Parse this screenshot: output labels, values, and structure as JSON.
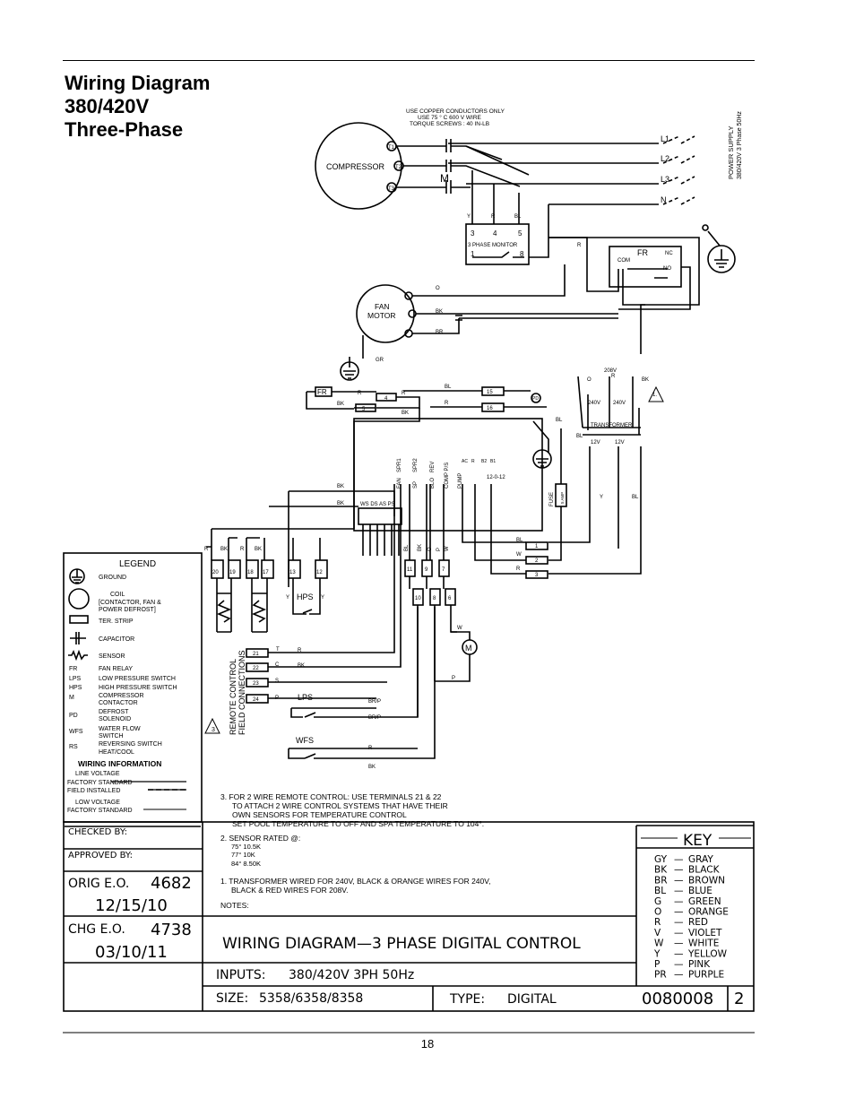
{
  "header": {
    "title_lines": [
      "Wiring Diagram",
      "380/420V",
      "Three-Phase"
    ]
  },
  "top_notes": [
    "USE COPPER CONDUCTORS ONLY",
    "USE 75 ° C  600 V WIRE",
    "TORQUE SCREWS : 40 IN-LB"
  ],
  "components": {
    "compressor": "COMPRESSOR",
    "fan_motor": [
      "FAN",
      "MOTOR"
    ],
    "power_supply": [
      "POWER SUPPLY",
      "380/420V 3 Phase 50Hz"
    ],
    "lines": [
      "L1",
      "L2",
      "L3",
      "N"
    ],
    "terminals_c": [
      "T1",
      "T2",
      "T3"
    ],
    "contactor_label": "M",
    "monitor": {
      "label": "3 PHASE MONITOR",
      "top": [
        "3",
        "4",
        "5"
      ],
      "top_wires": [
        "Y",
        "R",
        "BL"
      ],
      "bottom": [
        "1",
        "8"
      ]
    },
    "fan_relay": {
      "label": "FR",
      "com": "COM",
      "nc": "NC",
      "no": "NO"
    },
    "transformer": {
      "label": "TRANSFORMER",
      "v208": "208V",
      "v240a": "240V",
      "v240b": "240V",
      "v12a": "12V",
      "v12b": "12V",
      "note_tri": "1."
    },
    "board_terms": [
      "SPR1",
      "SPR2",
      "REV",
      "FAN",
      "SP",
      "HP",
      "BLO",
      "COMP P/S",
      "PUMP",
      "AC",
      "12-0-12"
    ],
    "sensor_terms": [
      "WS",
      "DS",
      "AS",
      "PS"
    ],
    "fuse": [
      "FUSE",
      "5 AMP"
    ],
    "strip_top": [
      "20",
      "19",
      "18",
      "17",
      "13",
      "12"
    ],
    "strip_top_wires": [
      "R",
      "BK",
      "R",
      "BK"
    ],
    "strip_mid": [
      "11",
      "9",
      "7"
    ],
    "strip_bot": [
      "10",
      "8",
      "6"
    ],
    "right_terms": [
      "1",
      "2",
      "3"
    ],
    "remote_terms": [
      "21",
      "22",
      "23",
      "24"
    ],
    "remote_letters": [
      "T",
      "C",
      "S",
      "P"
    ],
    "remote_label": [
      "REMOTE CONTROL",
      "FIELD CONNECTIONS"
    ],
    "hps": "HPS",
    "lps": "LPS",
    "wfs": "WFS",
    "terminal_4": "4",
    "terminal_5": "5",
    "terminal_15": "15",
    "terminal_16": "16",
    "pd": "PD",
    "fr_small": "FR",
    "wire_colors": [
      "O",
      "BK",
      "BR",
      "GR",
      "R",
      "BK",
      "BL",
      "BK",
      "BL",
      "BL",
      "Y",
      "W",
      "P",
      "BR/P",
      "BR/P",
      "R",
      "BK"
    ]
  },
  "legend": {
    "title": "LEGEND",
    "items": [
      {
        "sym": "ground",
        "text": "GROUND"
      },
      {
        "sym": "coil",
        "text": "COIL\n[CONTACTOR, FAN &\nPOWER DEFROST]"
      },
      {
        "sym": "ter",
        "text": "TER. STRIP"
      },
      {
        "sym": "cap",
        "text": "CAPACITOR"
      },
      {
        "sym": "sensor",
        "text": "SENSOR"
      }
    ],
    "abbr": [
      [
        "FR",
        "FAN RELAY"
      ],
      [
        "LPS",
        "LOW PRESSURE SWITCH"
      ],
      [
        "HPS",
        "HIGH PRESSURE SWITCH"
      ],
      [
        "M",
        "COMPRESSOR\nCONTACTOR"
      ],
      [
        "PD",
        "DEFROST\nSOLENOID"
      ],
      [
        "WFS",
        "WATER FLOW\nSWITCH"
      ],
      [
        "RS",
        "REVERSING SWITCH\nHEAT/COOL"
      ]
    ],
    "wiring_title": "WIRING INFORMATION",
    "line_voltage": "LINE VOLTAGE",
    "factory_std": "FACTORY STANDARD",
    "field_inst": "FIELD INSTALLED",
    "low_voltage": "LOW VOLTAGE",
    "factory_std2": "FACTORY STANDARD",
    "tri": "3"
  },
  "notes": {
    "n3": [
      "3. FOR 2 WIRE REMOTE CONTROL: USE TERMINALS 21 & 22",
      "TO ATTACH 2 WIRE CONTROL SYSTEMS THAT HAVE THEIR",
      "OWN SENSORS FOR TEMPERATURE CONTROL",
      "SET POOL TEMPERATURE TO OFF AND SPA TEMPERATURE TO 104°."
    ],
    "n2": [
      "2. SENSOR RATED @:",
      "75° 10.5K",
      "77° 10K",
      "84° 8.50K"
    ],
    "n1": [
      "1. TRANSFORMER WIRED FOR 240V, BLACK & ORANGE WIRES FOR 240V,",
      "BLACK & RED WIRES FOR 208V."
    ],
    "label": "NOTES:"
  },
  "title_block": {
    "checked_by": "CHECKED BY:",
    "approved_by": "APPROVED BY:",
    "orig_eo_label": "ORIG E.O.",
    "orig_eo": "4682",
    "orig_date": "12/15/10",
    "chg_eo_label": "CHG E.O.",
    "chg_eo": "4738",
    "chg_date": "03/10/11",
    "drawing_title": "WIRING DIAGRAM—3 PHASE DIGITAL CONTROL",
    "inputs_label": "INPUTS:",
    "inputs": "380/420V 3PH 50Hz",
    "size_label": "SIZE:",
    "size": "5358/6358/8358",
    "type_label": "TYPE:",
    "type": "DIGITAL",
    "doc_no": "0080008",
    "rev": "2"
  },
  "key": {
    "title": "KEY",
    "items": [
      [
        "GY",
        "GRAY"
      ],
      [
        "BK",
        "BLACK"
      ],
      [
        "BR",
        "BROWN"
      ],
      [
        "BL",
        "BLUE"
      ],
      [
        "G",
        "GREEN"
      ],
      [
        "O",
        "ORANGE"
      ],
      [
        "R",
        "RED"
      ],
      [
        "V",
        "VIOLET"
      ],
      [
        "W",
        "WHITE"
      ],
      [
        "Y",
        "YELLOW"
      ],
      [
        "P",
        "PINK"
      ],
      [
        "PR",
        "PURPLE"
      ]
    ]
  },
  "page_number": "18"
}
